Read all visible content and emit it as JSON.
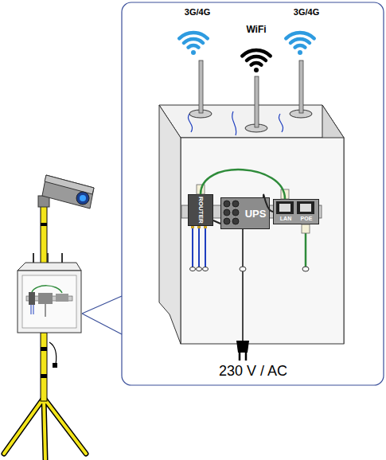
{
  "diagram": {
    "nodes": [
      {
        "text": [
          "ROUTER"
        ]
      },
      {
        "text": [
          "UPS"
        ]
      },
      {
        "text": [
          "LAN",
          "POE"
        ]
      }
    ],
    "edges": [
      {
        "from": 0,
        "to": 2,
        "arrow": "none"
      },
      {
        "from": 1,
        "to": 0,
        "arrow": "none"
      },
      {
        "from": 1,
        "to": 2,
        "arrow": "none"
      }
    ],
    "labels": [
      "3G/4G",
      "WiFi",
      "3G/4G",
      "230 V / AC"
    ]
  }
}
